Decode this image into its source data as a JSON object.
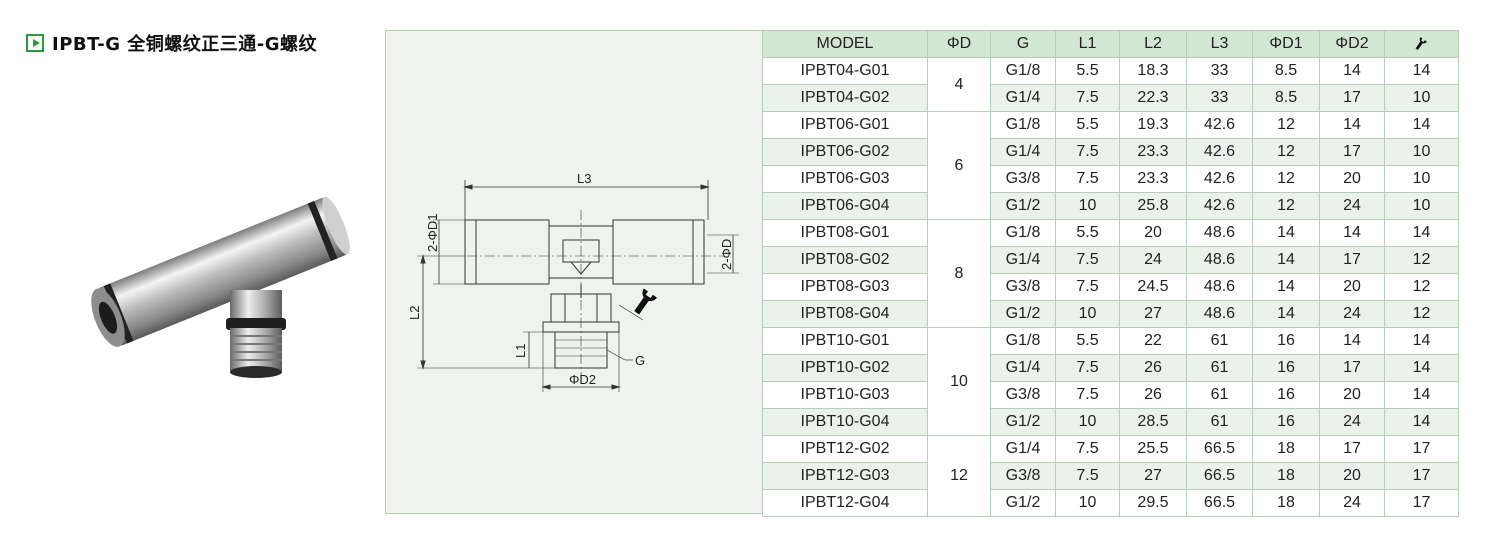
{
  "header": {
    "title": "IPBT-G 全铜螺纹正三通-G螺纹"
  },
  "icons": {
    "title_marker": "play-icon",
    "wrench_column": "wrench-icon"
  },
  "colors": {
    "accent": "#2a9a3a",
    "header_bg": "#d2e7d2",
    "row_alt": "#eaf3ea",
    "panel_bg": "#eef3ee",
    "border": "#b9cbb9"
  },
  "drawing": {
    "labels": {
      "l3": "L3",
      "d1": "2-ΦD1",
      "d": "2-ΦD",
      "l2": "L2",
      "l1": "L1",
      "d2": "ΦD2",
      "g": "G"
    }
  },
  "table": {
    "headers": [
      "MODEL",
      "ΦD",
      "G",
      "L1",
      "L2",
      "L3",
      "ΦD1",
      "ΦD2"
    ],
    "groups": [
      {
        "d": "4",
        "rows": [
          [
            "IPBT04-G01",
            "G1/8",
            "5.5",
            "18.3",
            "33",
            "8.5",
            "14",
            "14"
          ],
          [
            "IPBT04-G02",
            "G1/4",
            "7.5",
            "22.3",
            "33",
            "8.5",
            "17",
            "10"
          ]
        ]
      },
      {
        "d": "6",
        "rows": [
          [
            "IPBT06-G01",
            "G1/8",
            "5.5",
            "19.3",
            "42.6",
            "12",
            "14",
            "14"
          ],
          [
            "IPBT06-G02",
            "G1/4",
            "7.5",
            "23.3",
            "42.6",
            "12",
            "17",
            "10"
          ],
          [
            "IPBT06-G03",
            "G3/8",
            "7.5",
            "23.3",
            "42.6",
            "12",
            "20",
            "10"
          ],
          [
            "IPBT06-G04",
            "G1/2",
            "10",
            "25.8",
            "42.6",
            "12",
            "24",
            "10"
          ]
        ]
      },
      {
        "d": "8",
        "rows": [
          [
            "IPBT08-G01",
            "G1/8",
            "5.5",
            "20",
            "48.6",
            "14",
            "14",
            "14"
          ],
          [
            "IPBT08-G02",
            "G1/4",
            "7.5",
            "24",
            "48.6",
            "14",
            "17",
            "12"
          ],
          [
            "IPBT08-G03",
            "G3/8",
            "7.5",
            "24.5",
            "48.6",
            "14",
            "20",
            "12"
          ],
          [
            "IPBT08-G04",
            "G1/2",
            "10",
            "27",
            "48.6",
            "14",
            "24",
            "12"
          ]
        ]
      },
      {
        "d": "10",
        "rows": [
          [
            "IPBT10-G01",
            "G1/8",
            "5.5",
            "22",
            "61",
            "16",
            "14",
            "14"
          ],
          [
            "IPBT10-G02",
            "G1/4",
            "7.5",
            "26",
            "61",
            "16",
            "17",
            "14"
          ],
          [
            "IPBT10-G03",
            "G3/8",
            "7.5",
            "26",
            "61",
            "16",
            "20",
            "14"
          ],
          [
            "IPBT10-G04",
            "G1/2",
            "10",
            "28.5",
            "61",
            "16",
            "24",
            "14"
          ]
        ]
      },
      {
        "d": "12",
        "rows": [
          [
            "IPBT12-G02",
            "G1/4",
            "7.5",
            "25.5",
            "66.5",
            "18",
            "17",
            "17"
          ],
          [
            "IPBT12-G03",
            "G3/8",
            "7.5",
            "27",
            "66.5",
            "18",
            "20",
            "17"
          ],
          [
            "IPBT12-G04",
            "G1/2",
            "10",
            "29.5",
            "66.5",
            "18",
            "24",
            "17"
          ]
        ]
      }
    ]
  }
}
